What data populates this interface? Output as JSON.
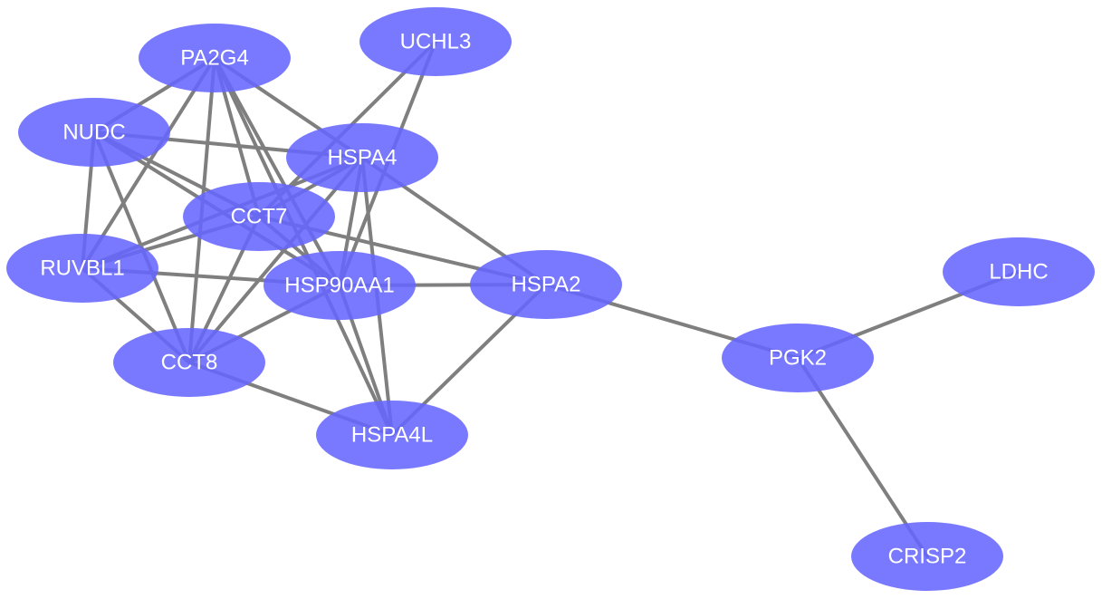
{
  "graph": {
    "colors": {
      "node": "#6666ff",
      "edge": "#7f7f7f",
      "label": "#ffffff",
      "background": "#ffffff"
    },
    "nodes": [
      {
        "id": "PA2G4",
        "label": "PA2G4"
      },
      {
        "id": "UCHL3",
        "label": "UCHL3"
      },
      {
        "id": "NUDC",
        "label": "NUDC"
      },
      {
        "id": "HSPA4",
        "label": "HSPA4"
      },
      {
        "id": "CCT7",
        "label": "CCT7"
      },
      {
        "id": "RUVBL1",
        "label": "RUVBL1"
      },
      {
        "id": "HSP90AA1",
        "label": "HSP90AA1"
      },
      {
        "id": "HSPA2",
        "label": "HSPA2"
      },
      {
        "id": "CCT8",
        "label": "CCT8"
      },
      {
        "id": "HSPA4L",
        "label": "HSPA4L"
      },
      {
        "id": "PGK2",
        "label": "PGK2"
      },
      {
        "id": "LDHC",
        "label": "LDHC"
      },
      {
        "id": "CRISP2",
        "label": "CRISP2"
      }
    ],
    "edges": [
      [
        "PA2G4",
        "NUDC"
      ],
      [
        "PA2G4",
        "HSPA4"
      ],
      [
        "PA2G4",
        "CCT7"
      ],
      [
        "PA2G4",
        "RUVBL1"
      ],
      [
        "PA2G4",
        "HSP90AA1"
      ],
      [
        "PA2G4",
        "CCT8"
      ],
      [
        "PA2G4",
        "HSPA4L"
      ],
      [
        "UCHL3",
        "CCT7"
      ],
      [
        "UCHL3",
        "HSP90AA1"
      ],
      [
        "NUDC",
        "HSPA4"
      ],
      [
        "NUDC",
        "CCT7"
      ],
      [
        "NUDC",
        "RUVBL1"
      ],
      [
        "NUDC",
        "HSP90AA1"
      ],
      [
        "NUDC",
        "CCT8"
      ],
      [
        "HSPA4",
        "CCT7"
      ],
      [
        "HSPA4",
        "RUVBL1"
      ],
      [
        "HSPA4",
        "HSP90AA1"
      ],
      [
        "HSPA4",
        "HSPA2"
      ],
      [
        "HSPA4",
        "CCT8"
      ],
      [
        "HSPA4",
        "HSPA4L"
      ],
      [
        "CCT7",
        "RUVBL1"
      ],
      [
        "CCT7",
        "HSP90AA1"
      ],
      [
        "CCT7",
        "HSPA2"
      ],
      [
        "CCT7",
        "CCT8"
      ],
      [
        "RUVBL1",
        "HSP90AA1"
      ],
      [
        "RUVBL1",
        "CCT8"
      ],
      [
        "HSP90AA1",
        "HSPA2"
      ],
      [
        "HSP90AA1",
        "CCT8"
      ],
      [
        "HSP90AA1",
        "HSPA4L"
      ],
      [
        "HSPA2",
        "HSPA4L"
      ],
      [
        "HSPA2",
        "PGK2"
      ],
      [
        "CCT8",
        "HSPA4L"
      ],
      [
        "PGK2",
        "LDHC"
      ],
      [
        "PGK2",
        "CRISP2"
      ]
    ]
  }
}
